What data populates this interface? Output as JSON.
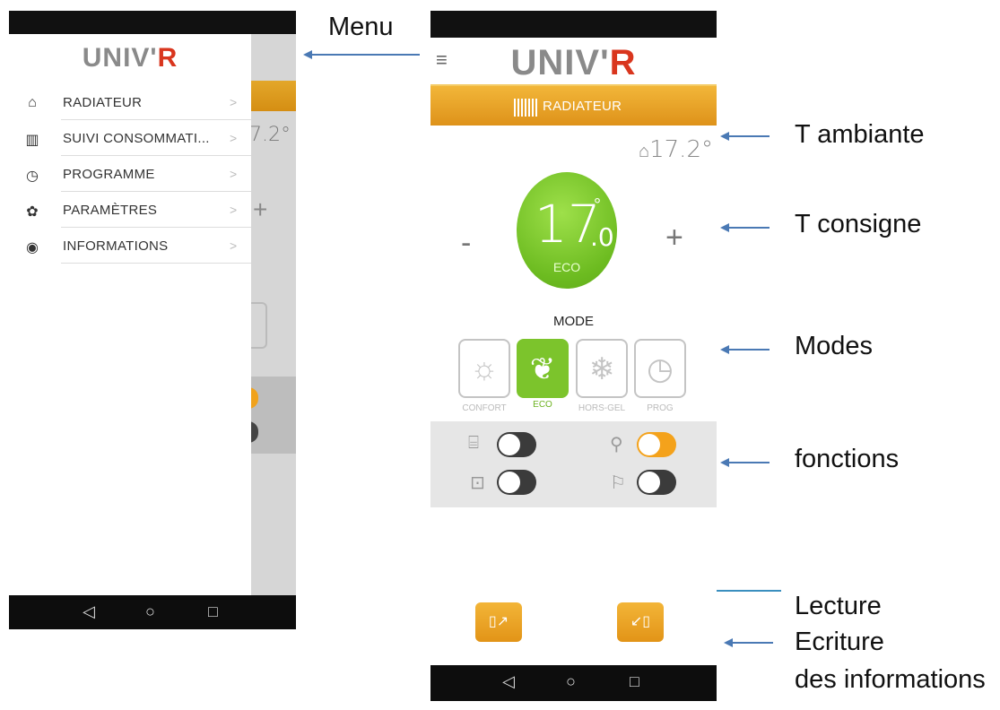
{
  "left_screen": {
    "logo_main": "UNIV'",
    "logo_accent": "R",
    "background_temp": "7.2°",
    "background_plus": "+",
    "menu": [
      {
        "icon": "home-icon",
        "glyph": "⌂",
        "label": "RADIATEUR",
        "chevron": ">"
      },
      {
        "icon": "bar-chart-icon",
        "glyph": "▥",
        "label": "SUIVI CONSOMMATI...",
        "chevron": ">"
      },
      {
        "icon": "clock-program-icon",
        "glyph": "◷",
        "label": "PROGRAMME",
        "chevron": ">"
      },
      {
        "icon": "gear-icon",
        "glyph": "✿",
        "label": "PARAMÈTRES",
        "chevron": ">"
      },
      {
        "icon": "user-info-icon",
        "glyph": "◉",
        "label": "INFORMATIONS",
        "chevron": ">"
      }
    ],
    "nav": {
      "back": "◁",
      "home": "○",
      "recent": "□"
    }
  },
  "right_screen": {
    "menu_glyph": "≡",
    "logo_main": "UNIV'",
    "logo_accent": "R",
    "band_label": "RADIATEUR",
    "ambient": {
      "icon_glyph": "⌂",
      "value": "17.2°"
    },
    "setpoint": {
      "integer": "17",
      "decimal": ".0",
      "degree": "°",
      "mode": "ECO",
      "minus": "-",
      "plus": "+"
    },
    "mode_title": "MODE",
    "modes": [
      {
        "label": "CONFORT",
        "glyph": "☼",
        "icon": "sun-icon",
        "active": false
      },
      {
        "label": "ECO",
        "glyph": "❦",
        "icon": "leaf-icon",
        "active": true
      },
      {
        "label": "HORS-GEL",
        "glyph": "❄",
        "icon": "snowflake-icon",
        "active": false
      },
      {
        "label": "PROG",
        "glyph": "◷",
        "icon": "clock-program-icon",
        "active": false
      }
    ],
    "functions": {
      "window_glyph": "⌸",
      "presence_glyph": "⚲",
      "lock_glyph": "⊡",
      "detector_glyph": "⚐"
    },
    "actions": {
      "read_glyph": "▯↗",
      "write_glyph": "↙▯"
    },
    "nav": {
      "back": "◁",
      "home": "○",
      "recent": "□"
    }
  },
  "annotations": {
    "menu": "Menu",
    "ambient": "T ambiante",
    "setpoint": "T consigne",
    "modes": "Modes",
    "functions": "fonctions",
    "read": "Lecture",
    "write_line1": "Ecriture",
    "write_line2": "des informations"
  },
  "colors": {
    "accent_orange": "#f0a21c",
    "eco_green": "#7cc42c",
    "logo_red": "#d9361e",
    "arrow_blue": "#4a79b4"
  }
}
